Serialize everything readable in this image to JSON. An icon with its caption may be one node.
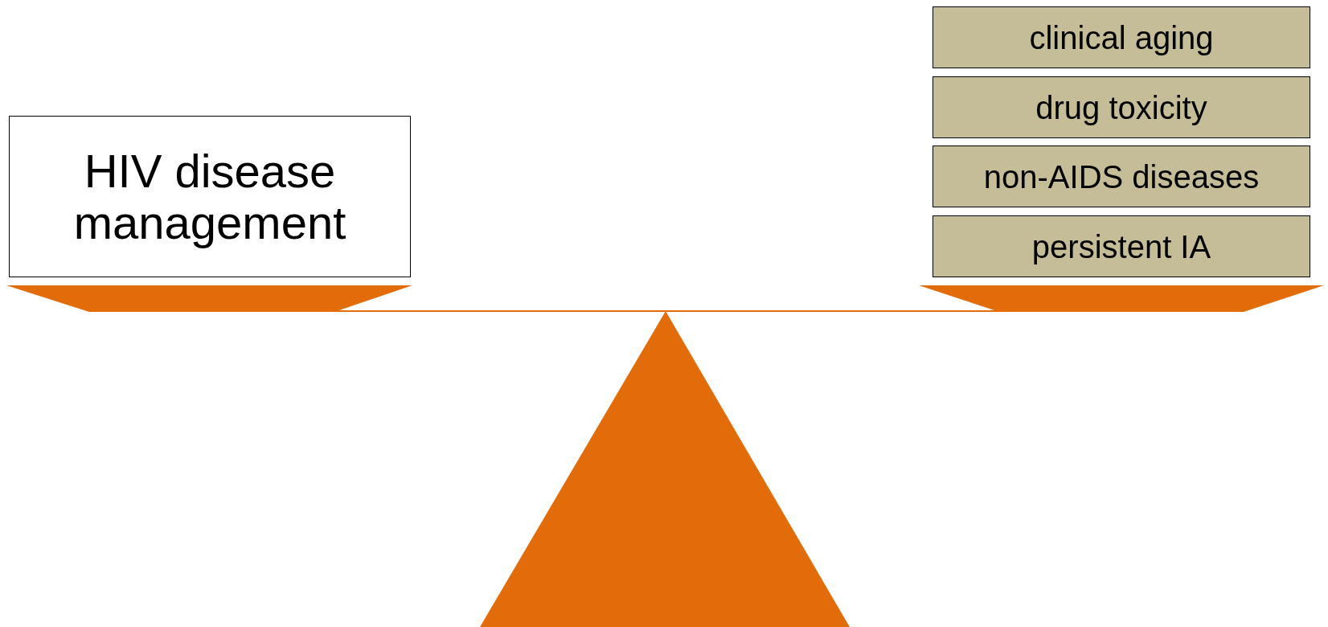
{
  "diagram": {
    "nodes": [
      {
        "text": [
          "HIV disease management"
        ]
      },
      {
        "text": [
          "clinical aging"
        ]
      },
      {
        "text": [
          "drug toxicity"
        ]
      },
      {
        "text": [
          "non-AIDS diseases"
        ]
      },
      {
        "text": [
          "persistent IA"
        ]
      }
    ]
  }
}
